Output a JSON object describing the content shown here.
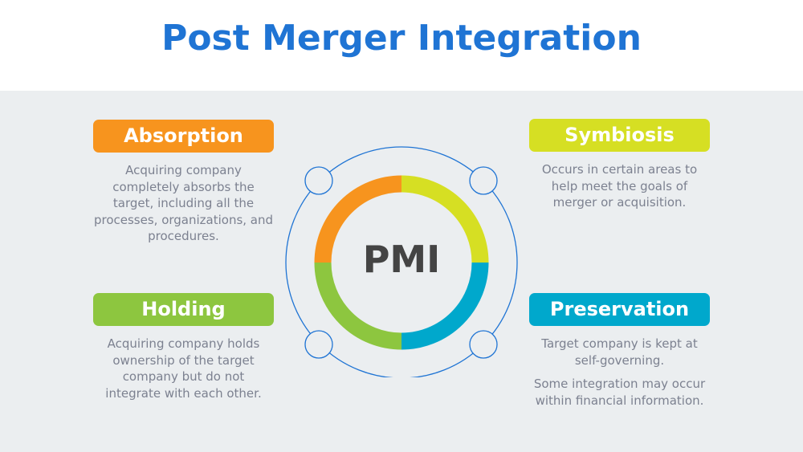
{
  "title": "Post Merger Integration",
  "colors": {
    "title": "#1f74d4",
    "background_panel": "#ebeef0",
    "description_text": "#7c8190",
    "outline": "#1f74d4",
    "center_text": "#444444"
  },
  "center": {
    "label": "PMI"
  },
  "quadrants": [
    {
      "key": "absorption",
      "label": "Absorption",
      "color": "#f7941e",
      "position": "top-left",
      "description": [
        "Acquiring company completely absorbs the target, including all the processes, organizations, and procedures."
      ]
    },
    {
      "key": "symbiosis",
      "label": "Symbiosis",
      "color": "#d6df23",
      "position": "top-right",
      "description": [
        "Occurs in certain areas to help meet the goals of merger or acquisition."
      ]
    },
    {
      "key": "holding",
      "label": "Holding",
      "color": "#8dc63f",
      "position": "bottom-left",
      "description": [
        "Acquiring company holds ownership of the target company but do not integrate with each other."
      ]
    },
    {
      "key": "preservation",
      "label": "Preservation",
      "color": "#00a8cc",
      "position": "bottom-right",
      "description": [
        "Target company is kept at self-governing.",
        "Some integration may occur within financial information."
      ]
    }
  ]
}
